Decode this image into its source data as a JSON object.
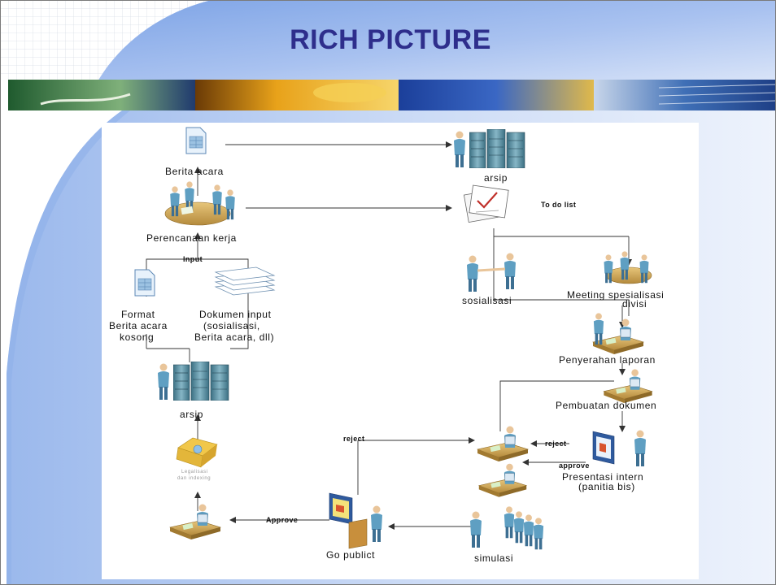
{
  "slide": {
    "title": "RICH PICTURE"
  },
  "diagram": {
    "labels": {
      "berita_acara": "Berita acara",
      "arsip_top": "arsip",
      "perencanaan_kerja": "Perencanaan kerja",
      "todolist": "To do list",
      "input": "Input",
      "format_line1": "Format",
      "format_line2": "Berita acara",
      "format_line3": "kosong",
      "dokumen_line1": "Dokumen input",
      "dokumen_line2": "(sosialisasi,",
      "dokumen_line3": "Berita acara, dll)",
      "sosialisasi": "sosialisasi",
      "meeting_line1": "Meeting spesialisasi",
      "meeting_line2": "divisi",
      "penyerahan": "Penyerahan laporan",
      "pembuatan": "Pembuatan dokumen",
      "arsip_left": "arsip",
      "legalisasi_line1": "Legalisasi",
      "legalisasi_line2": "dan indexing",
      "reject_left": "reject",
      "reject_right": "reject",
      "approve_right": "approve",
      "presentasi_line1": "Presentasi intern",
      "presentasi_line2": "(panitia bis)",
      "approve_bottom": "Approve",
      "go_public": "Go publict",
      "simulasi": "simulasi"
    }
  }
}
